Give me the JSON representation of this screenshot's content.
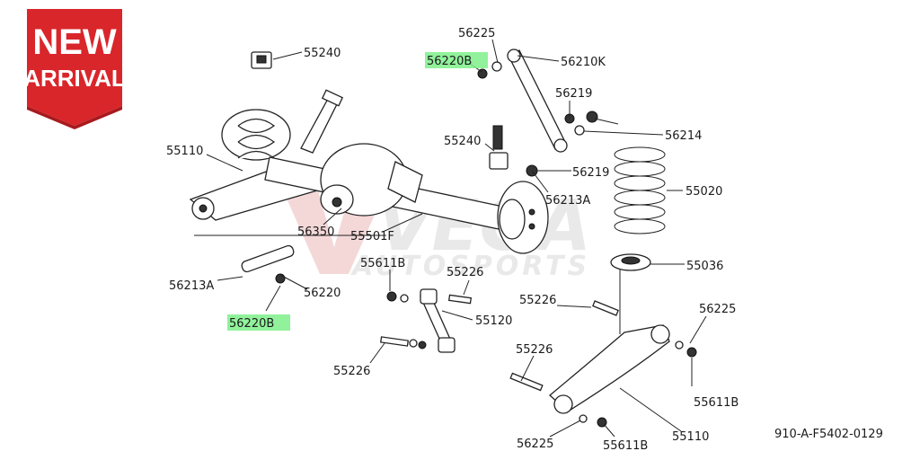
{
  "badge": {
    "line1": "NEW",
    "line2": "ARRIVAL",
    "color": "#d9262b"
  },
  "watermark": {
    "brand": "VEGA",
    "sub": "AUTOSPORTS"
  },
  "highlight_color": "#7ef08a",
  "callouts": {
    "c_55240_top": "55240",
    "c_56225_top": "56225",
    "c_56220B_top": "56220B",
    "c_56210K": "56210K",
    "c_56219_a": "56219",
    "c_56214": "56214",
    "c_55240_mid": "55240",
    "c_56219_b": "56219",
    "c_55110_left": "55110",
    "c_56213A_right": "56213A",
    "c_55020": "55020",
    "c_56350": "56350",
    "c_55501F": "55501F",
    "c_55036": "55036",
    "c_55611B_mid": "55611B",
    "c_55226_mid": "55226",
    "c_56213A_left": "56213A",
    "c_56220": "56220",
    "c_55226_right": "55226",
    "c_56225_right": "56225",
    "c_56220B_bottom": "56220B",
    "c_55120": "55120",
    "c_55226_bottom": "55226",
    "c_55226_low": "55226",
    "c_55611B_right": "55611B",
    "c_56225_bottom": "56225",
    "c_55611B_bottom": "55611B",
    "c_55110_bottom": "55110",
    "drawing_code": "910-A-F5402-0129"
  }
}
